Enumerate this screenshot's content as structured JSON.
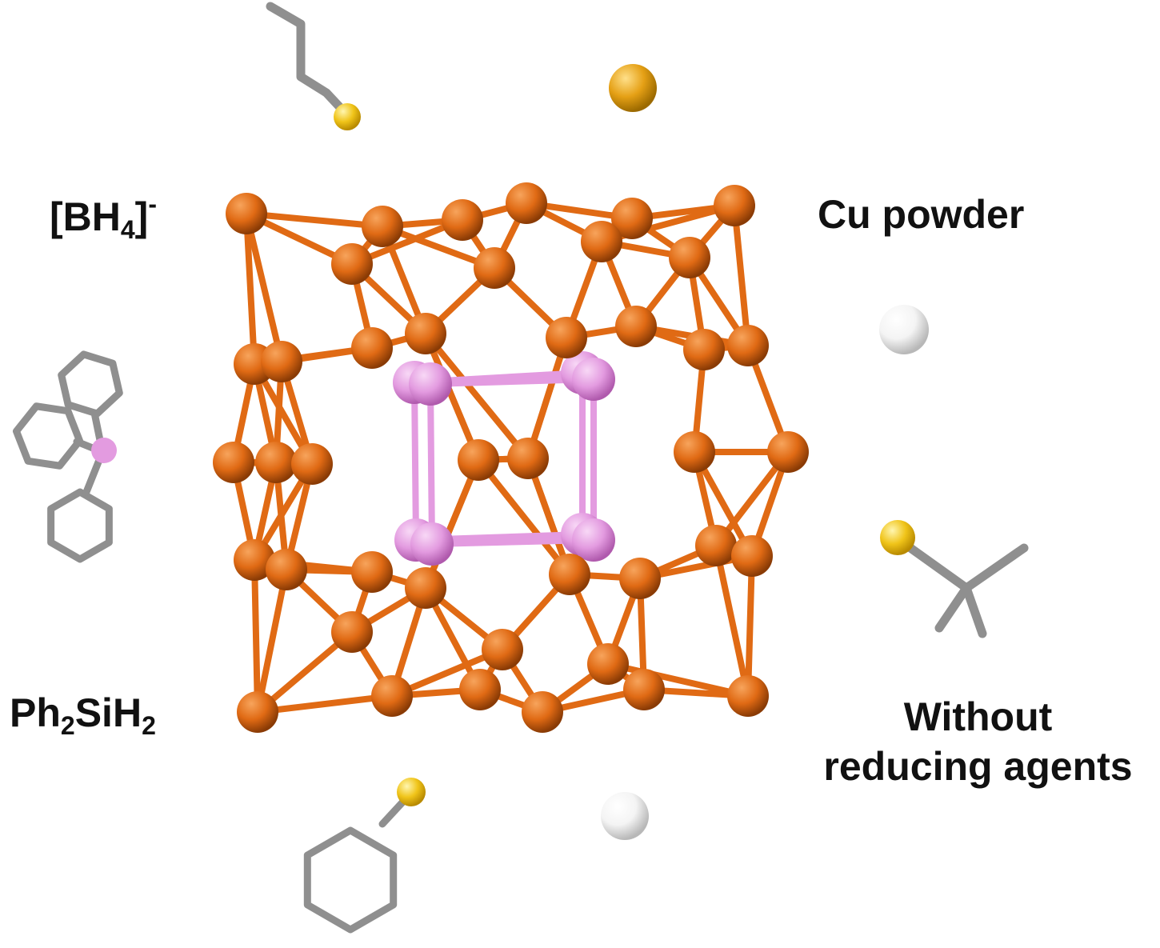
{
  "labels": {
    "borohydride": {
      "main": "[BH",
      "sub": "4",
      "close": "]",
      "sup": "-"
    },
    "copper": "Cu powder",
    "silane": {
      "p1": "Ph",
      "s1": "2",
      "p2": "SiH",
      "s2": "2"
    },
    "no_reducer": {
      "line1": "Without",
      "line2": "reducing agents"
    }
  },
  "colors": {
    "copper": "#e06a14",
    "copper_light": "#f7a45c",
    "copper_dark": "#8a3b05",
    "core": "#e39be0",
    "core_light": "#f8d8f6",
    "sulfur": "#f0c419",
    "gold_atom": "#e5a015",
    "hydrogen": "#f4f4f4",
    "stick": "#8f8f8f"
  }
}
